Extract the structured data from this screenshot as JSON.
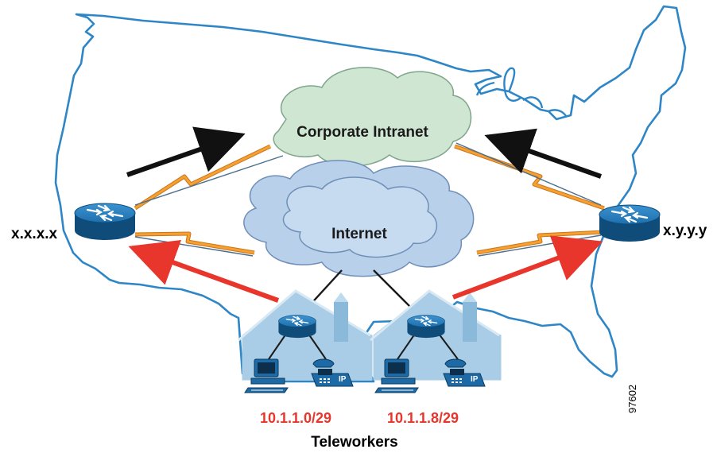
{
  "clouds": {
    "corporate": {
      "label": "Corporate Intranet",
      "fill": "#cfe6d2",
      "stroke": "#7fa58b"
    },
    "internet": {
      "label": "Internet",
      "fill": "#b9d0ea",
      "stroke": "#6f8fb8"
    }
  },
  "routers": {
    "left": {
      "label": "x.x.x.x"
    },
    "right": {
      "label": "x.y.y.y"
    }
  },
  "homes": [
    {
      "subnet": "10.1.1.0/29"
    },
    {
      "subnet": "10.1.1.8/29"
    }
  ],
  "caption": "Teleworkers",
  "figure_id": "97602",
  "icons": [
    "router-icon",
    "pc-icon",
    "ip-phone-icon",
    "house-icon",
    "us-map-outline",
    "lightning-link-icon",
    "arrow-icon"
  ],
  "colors": {
    "map_outline": "#2e86c6",
    "router_top": "#2a7fbf",
    "router_side": "#0f4c7a",
    "house": "#a9cde6",
    "red_arrow": "#e8362c",
    "black_arrow": "#111111",
    "link_orange": "#f5a031"
  }
}
